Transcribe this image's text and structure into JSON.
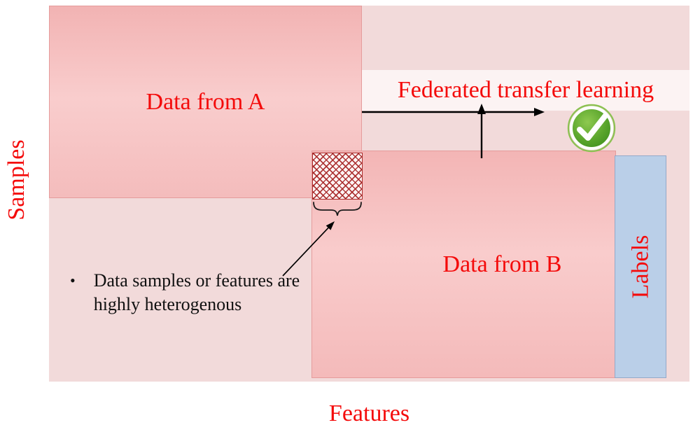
{
  "diagram": {
    "axes": {
      "y_label": "Samples",
      "x_label": "Features"
    },
    "regions": {
      "data_a": "Data from A",
      "data_b": "Data from B",
      "labels_column": "Labels"
    },
    "flow": {
      "title": "Federated transfer learning",
      "result_icon": "green-check-icon"
    },
    "note": {
      "bullet": "•",
      "line1": "Data samples or features are",
      "line2": "highly heterogenous"
    },
    "colors": {
      "red_text": "#f40b0b",
      "plot_background": "#f2dada",
      "region_pink": "#f5bcbc",
      "band_background": "#fcf3f3",
      "labels_blue": "#bacfe8",
      "hatch_red": "#a82828",
      "check_green": "#4f9a26",
      "arrow_black": "#000000"
    }
  }
}
